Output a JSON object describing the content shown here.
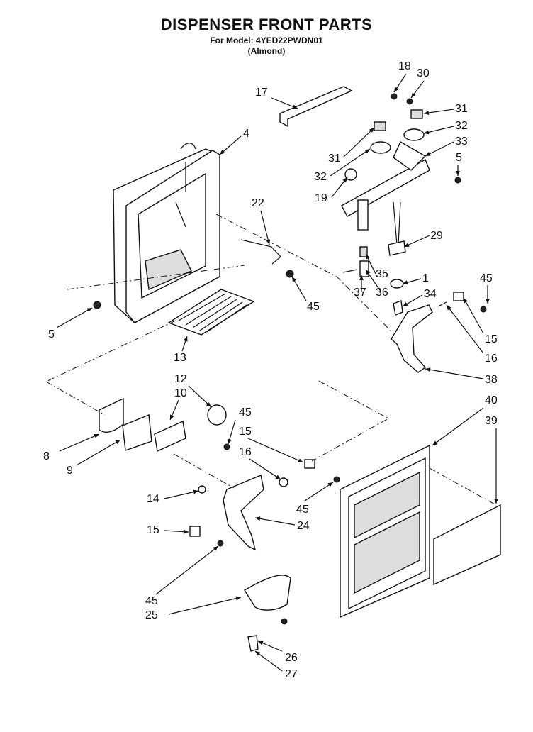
{
  "header": {
    "title": "DISPENSER FRONT PARTS",
    "model_line": "For Model: 4YED22PWDN01",
    "color_line": "(Almond)"
  },
  "callouts": [
    "18",
    "30",
    "31",
    "32",
    "33",
    "17",
    "4",
    "31",
    "32",
    "19",
    "5",
    "22",
    "29",
    "35",
    "37",
    "36",
    "1",
    "34",
    "45",
    "45",
    "15",
    "16",
    "38",
    "5",
    "13",
    "12",
    "10",
    "45",
    "15",
    "16",
    "40",
    "39",
    "8",
    "9",
    "14",
    "45",
    "24",
    "15",
    "45",
    "25",
    "26",
    "27"
  ]
}
